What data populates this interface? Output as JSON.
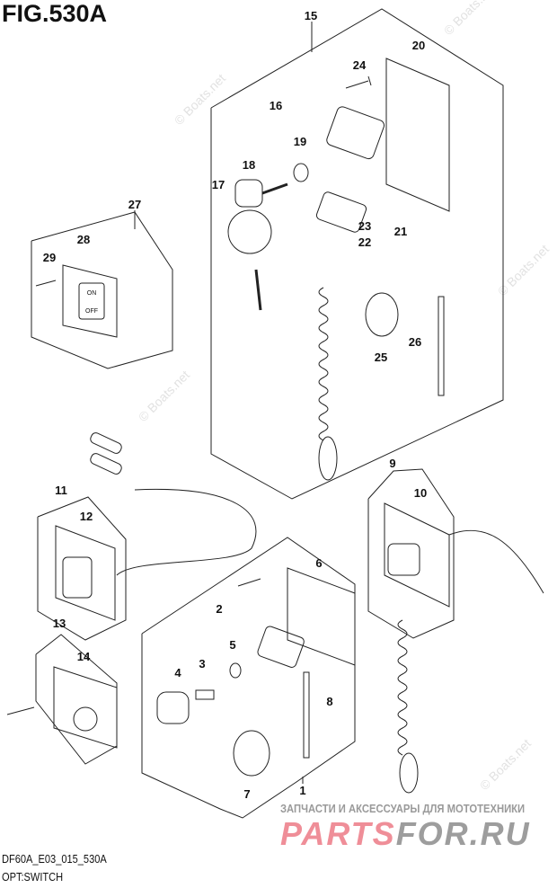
{
  "figure": {
    "title": "FIG.530A",
    "code": "DF60A_E03_015_530A",
    "subtitle": "OPT:SWITCH"
  },
  "callouts": [
    "15",
    "20",
    "24",
    "16",
    "19",
    "18",
    "17",
    "23",
    "21",
    "22",
    "27",
    "28",
    "29",
    "26",
    "25",
    "11",
    "12",
    "9",
    "10",
    "13",
    "14",
    "6",
    "2",
    "3",
    "5",
    "4",
    "8",
    "7",
    "1"
  ],
  "watermarks": {
    "site": "© Boats.net",
    "ru_text": "ЗАПЧАСТИ И АКСЕССУАРЫ ДЛЯ МОТОТЕХНИКИ",
    "logo_pink": "PARTS",
    "logo_gray": "FOR.RU"
  },
  "switch_labels": {
    "on": "ON",
    "off": "OFF"
  }
}
